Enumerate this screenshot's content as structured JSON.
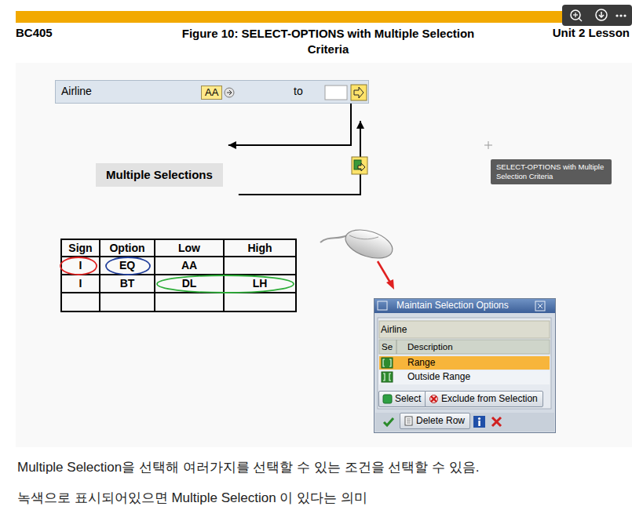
{
  "diagram": {
    "title": "Figure 10: SELECT-OPTIONS with Multiple Selection Criteria",
    "nodes": [
      {
        "text": [
          "Airline",
          "to"
        ]
      },
      {
        "text": [
          "AA"
        ],
        "in": 0
      },
      {
        "text": [
          "Multiple Selections"
        ]
      },
      {
        "text": [
          "SELECT-OPTIONS with Multiple Selection Criteria"
        ]
      },
      {
        "text": [
          "Maintain Selection Options",
          "Airline",
          "Se",
          "Description",
          "Range",
          "Outside Range"
        ]
      },
      {
        "text": [
          "Select"
        ],
        "in": 4
      },
      {
        "text": [
          "Exclude from Selection"
        ],
        "in": 4
      },
      {
        "text": [
          "Delete Row"
        ],
        "in": 4
      }
    ],
    "edges": [
      {
        "from": 0,
        "to": 2,
        "arrow": "to"
      },
      {
        "from": 2,
        "to": 0,
        "arrow": "to"
      }
    ],
    "labels": [
      "BC405",
      "Unit 2 Lesson",
      "Sign",
      "Option",
      "Low",
      "High",
      "I",
      "EQ",
      "AA",
      "I",
      "BT",
      "DL",
      "LH",
      "Multiple Selection을 선택해 여러가지를 선택할 수 있는 조건을 선택할 수 있음.",
      "녹색으로 표시되어있으면 Multiple Selection 이 있다는 의미"
    ]
  }
}
